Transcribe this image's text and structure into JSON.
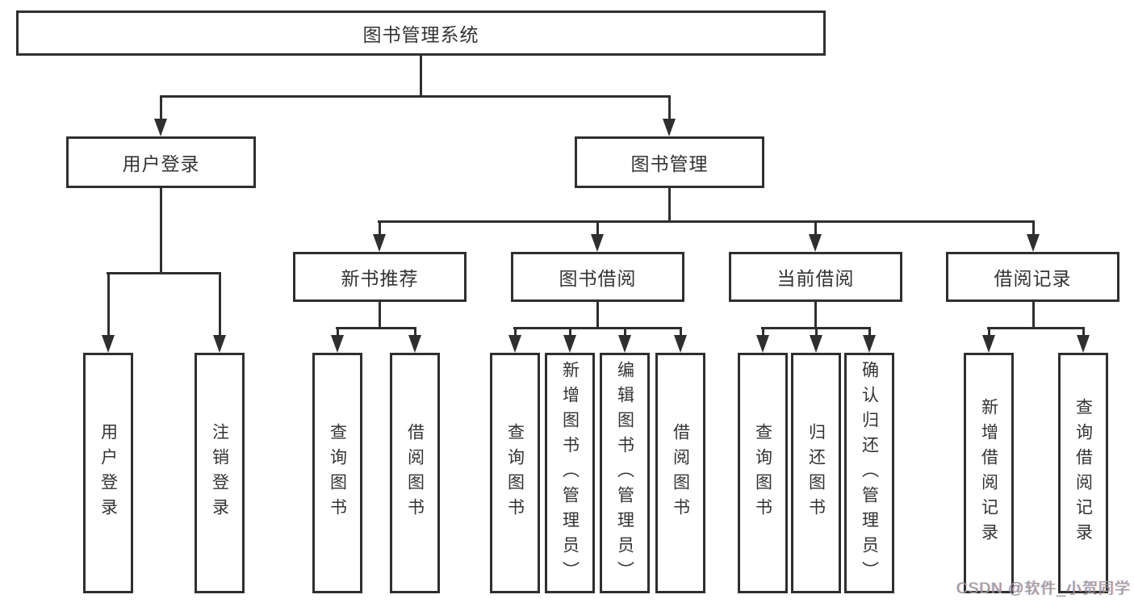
{
  "diagram": {
    "title": "图书管理系统",
    "level2": [
      {
        "label": "用户登录"
      },
      {
        "label": "图书管理"
      }
    ],
    "level3": [
      {
        "label": "新书推荐",
        "parent": "图书管理"
      },
      {
        "label": "图书借阅",
        "parent": "图书管理"
      },
      {
        "label": "当前借阅",
        "parent": "图书管理"
      },
      {
        "label": "借阅记录",
        "parent": "图书管理"
      }
    ],
    "leaves": [
      {
        "label": "用户登录",
        "parent": "用户登录"
      },
      {
        "label": "注销登录",
        "parent": "用户登录"
      },
      {
        "label": "查询图书",
        "parent": "新书推荐"
      },
      {
        "label": "借阅图书",
        "parent": "新书推荐"
      },
      {
        "label": "查询图书",
        "parent": "图书借阅"
      },
      {
        "label": "新增图书（管理员）",
        "parent": "图书借阅"
      },
      {
        "label": "编辑图书（管理员）",
        "parent": "图书借阅"
      },
      {
        "label": "借阅图书",
        "parent": "图书借阅"
      },
      {
        "label": "查询图书",
        "parent": "当前借阅"
      },
      {
        "label": "归还图书",
        "parent": "当前借阅"
      },
      {
        "label": "确认归还（管理员）",
        "parent": "当前借阅"
      },
      {
        "label": "新增借阅记录",
        "parent": "借阅记录"
      },
      {
        "label": "查询借阅记录",
        "parent": "借阅记录"
      }
    ],
    "watermark": "CSDN @软件_小贺同学",
    "colors": {
      "line": "#2f2f2f",
      "text": "#333333",
      "background": "#ffffff",
      "watermark": "#9b9b9b"
    }
  }
}
